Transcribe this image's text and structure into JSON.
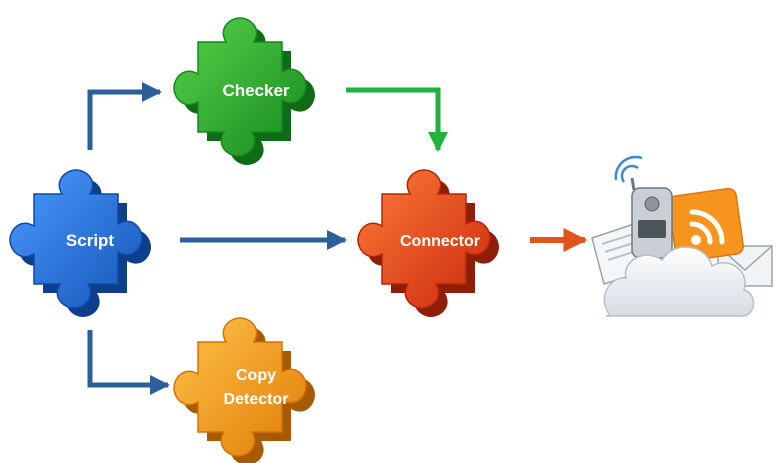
{
  "nodes": {
    "script": {
      "label": "Script",
      "color": "#1f6fd6"
    },
    "checker": {
      "label": "Checker",
      "color": "#27a827"
    },
    "connector": {
      "label": "Connector",
      "color": "#e8451a"
    },
    "copy_detector": {
      "label_line1": "Copy",
      "label_line2": "Detector",
      "color": "#f39a14"
    }
  },
  "arrows": {
    "blue": "#2b5f9b",
    "green": "#1fb33a",
    "orange": "#e2531d"
  },
  "destination": {
    "icons": [
      "cloud-icon",
      "document-icon",
      "mobile-phone-icon",
      "rss-feed-icon",
      "envelope-icon"
    ]
  }
}
